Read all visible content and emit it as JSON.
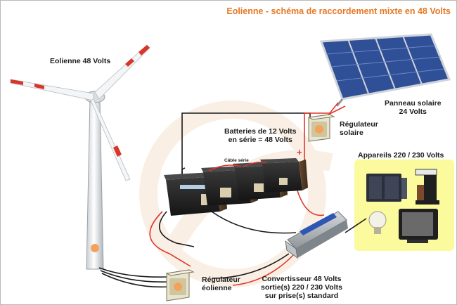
{
  "title": "Eolienne - schéma de raccordement mixte en 48 Volts",
  "labels": {
    "eolienne": "Eolienne 48 Volts",
    "panneau_line1": "Panneau solaire",
    "panneau_line2": "24 Volts",
    "regulateur_solaire_line1": "Régulateur",
    "regulateur_solaire_line2": "solaire",
    "batteries_line1": "Batteries de 12 Volts",
    "batteries_line2": "en série = 48 Volts",
    "cable_serie": "Câble série",
    "plus_sign": "+",
    "appareils": "Appareils 220 / 230 Volts",
    "regulateur_eolienne_line1": "Régulateur",
    "regulateur_eolienne_line2": "éolienne",
    "convertisseur_line1": "Convertisseur 48 Volts",
    "convertisseur_line2": "sortie(s) 220 / 230 Volts",
    "convertisseur_line3": "sur prise(s) standard"
  },
  "colors": {
    "title": "#e87722",
    "appliance_panel": "#fbfa9c",
    "cable_red": "#e0362b",
    "cable_black": "#1a1a1a",
    "watermark": "#f7e3cf",
    "solar_cell": "#3e63b8"
  }
}
